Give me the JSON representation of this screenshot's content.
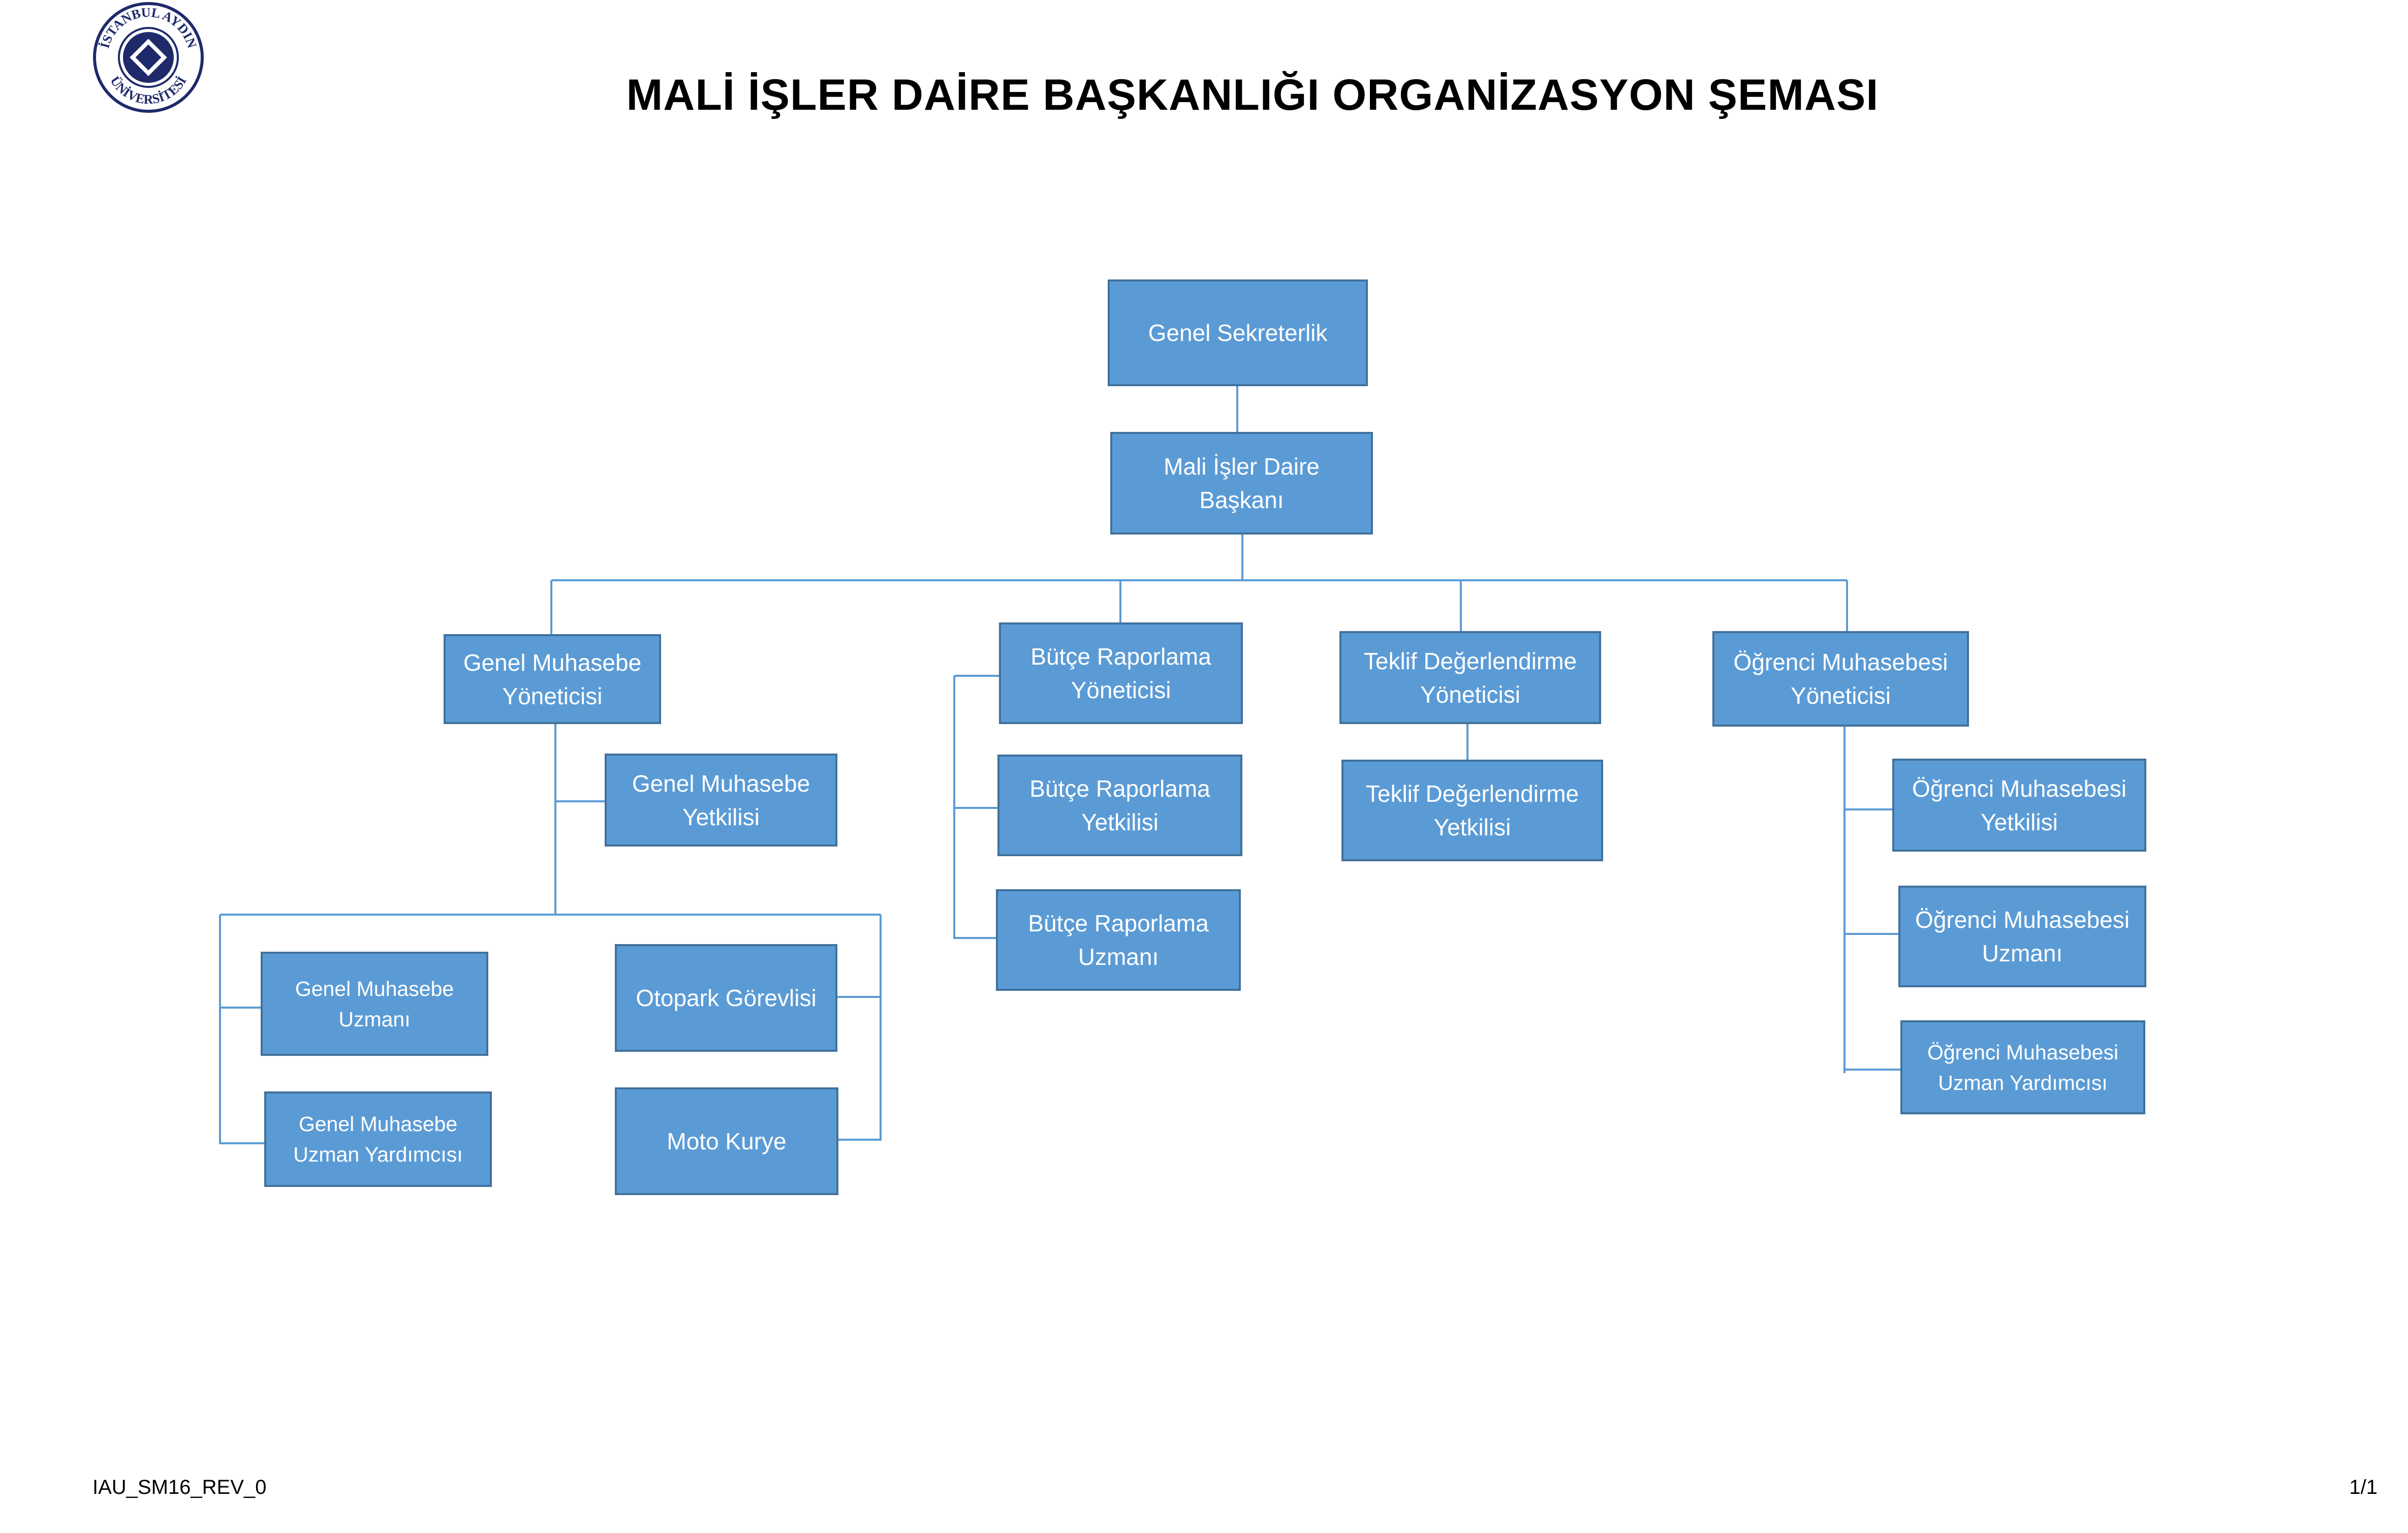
{
  "title": "MALİ İŞLER DAİRE BAŞKANLIĞI ORGANİZASYON ŞEMASI",
  "logo": {
    "top_text": "İSTANBUL AYDIN",
    "bottom_text": "ÜNİVERSİTESİ"
  },
  "nodes": {
    "genel_sekreterlik": "Genel Sekreterlik",
    "daire_baskani": "Mali İşler Daire\nBaşkanı",
    "gm_yonetici": "Genel Muhasebe\nYöneticisi",
    "gm_yetkili": "Genel Muhasebe\nYetkilisi",
    "gm_uzman": "Genel Muhasebe\nUzmanı",
    "gm_uzman_yard": "Genel Muhasebe\nUzman Yardımcısı",
    "otopark": "Otopark Görevlisi",
    "moto_kurye": "Moto Kurye",
    "butce_yonetici": "Bütçe Raporlama\nYöneticisi",
    "butce_yetkili": "Bütçe Raporlama\nYetkilisi",
    "butce_uzman": "Bütçe Raporlama\nUzmanı",
    "teklif_yonetici": "Teklif Değerlendirme\nYöneticisi",
    "teklif_yetkili": "Teklif Değerlendirme\nYetkilisi",
    "ogr_yonetici": "Öğrenci Muhasebesi\nYöneticisi",
    "ogr_yetkili": "Öğrenci Muhasebesi\nYetkilisi",
    "ogr_uzman": "Öğrenci Muhasebesi\nUzmanı",
    "ogr_uzman_yard": "Öğrenci Muhasebesi\nUzman Yardımcısı"
  },
  "footer": {
    "doc_code": "IAU_SM16_REV_0",
    "page": "1/1"
  },
  "colors": {
    "box_fill": "#5b9bd5",
    "box_border": "#41719c",
    "connector": "#5b9bd5",
    "logo_navy": "#1f2a6b"
  }
}
